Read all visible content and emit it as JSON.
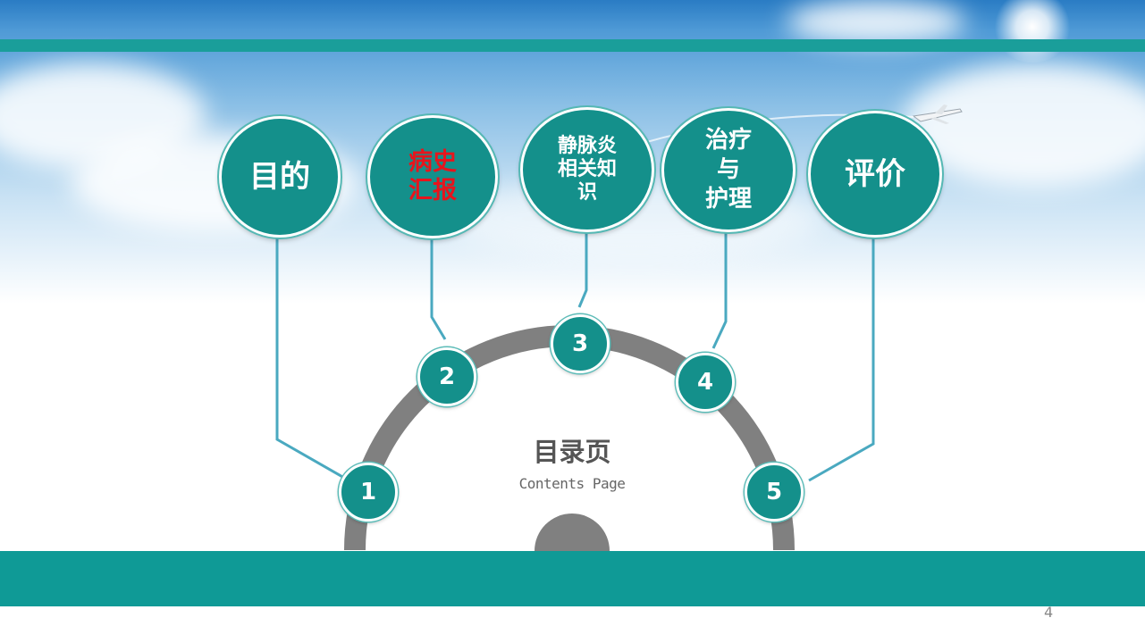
{
  "slide": {
    "page_number": "4",
    "title": "目录页",
    "subtitle": "Contents Page"
  },
  "topics": [
    {
      "label": "目的",
      "number": "1",
      "color": "#ffffff"
    },
    {
      "label": "病史\n汇报",
      "number": "2",
      "color": "#e8141c"
    },
    {
      "label": "静脉炎\n相关知\n识",
      "number": "3",
      "color": "#ffffff"
    },
    {
      "label": "治疗\n与\n护理",
      "number": "4",
      "color": "#ffffff"
    },
    {
      "label": "评价",
      "number": "5",
      "color": "#ffffff"
    }
  ],
  "colors": {
    "teal": "#14908b",
    "bar": "#0f9a96",
    "arc": "#808080",
    "connector": "#4aa9c0",
    "highlight_text": "#e8141c"
  },
  "icons": [
    "airplane-icon",
    "sun-glow-icon"
  ]
}
